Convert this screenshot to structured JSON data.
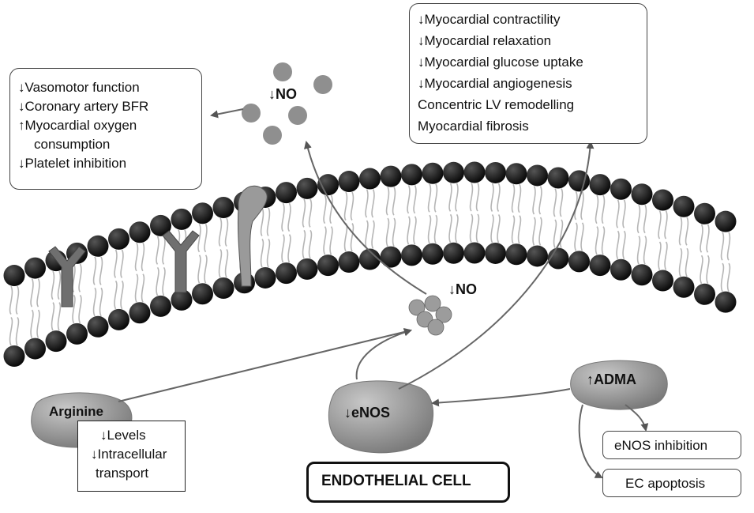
{
  "effects_left": [
    "↓Vasomotor function",
    "↓Coronary artery BFR",
    "↑Myocardial oxygen",
    "consumption",
    "↓Platelet inhibition"
  ],
  "effects_right": [
    "↓Myocardial contractility",
    "↓Myocardial relaxation",
    "↓Myocardial glucose uptake",
    "↓Myocardial angiogenesis",
    "Concentric LV remodelling",
    "Myocardial fibrosis"
  ],
  "no_top_label": "↓NO",
  "no_membrane_label": "↓NO",
  "arginine": {
    "label": "Arginine",
    "effects": [
      "↓Levels",
      "↓Intracellular",
      "transport"
    ]
  },
  "enos_label": "↓eNOS",
  "adma_label": "↑ADMA",
  "adma_effects": {
    "enos_inhibition": "eNOS inhibition",
    "ec_apoptosis": "EC apoptosis"
  },
  "cell_label": "ENDOTHELIAL CELL"
}
